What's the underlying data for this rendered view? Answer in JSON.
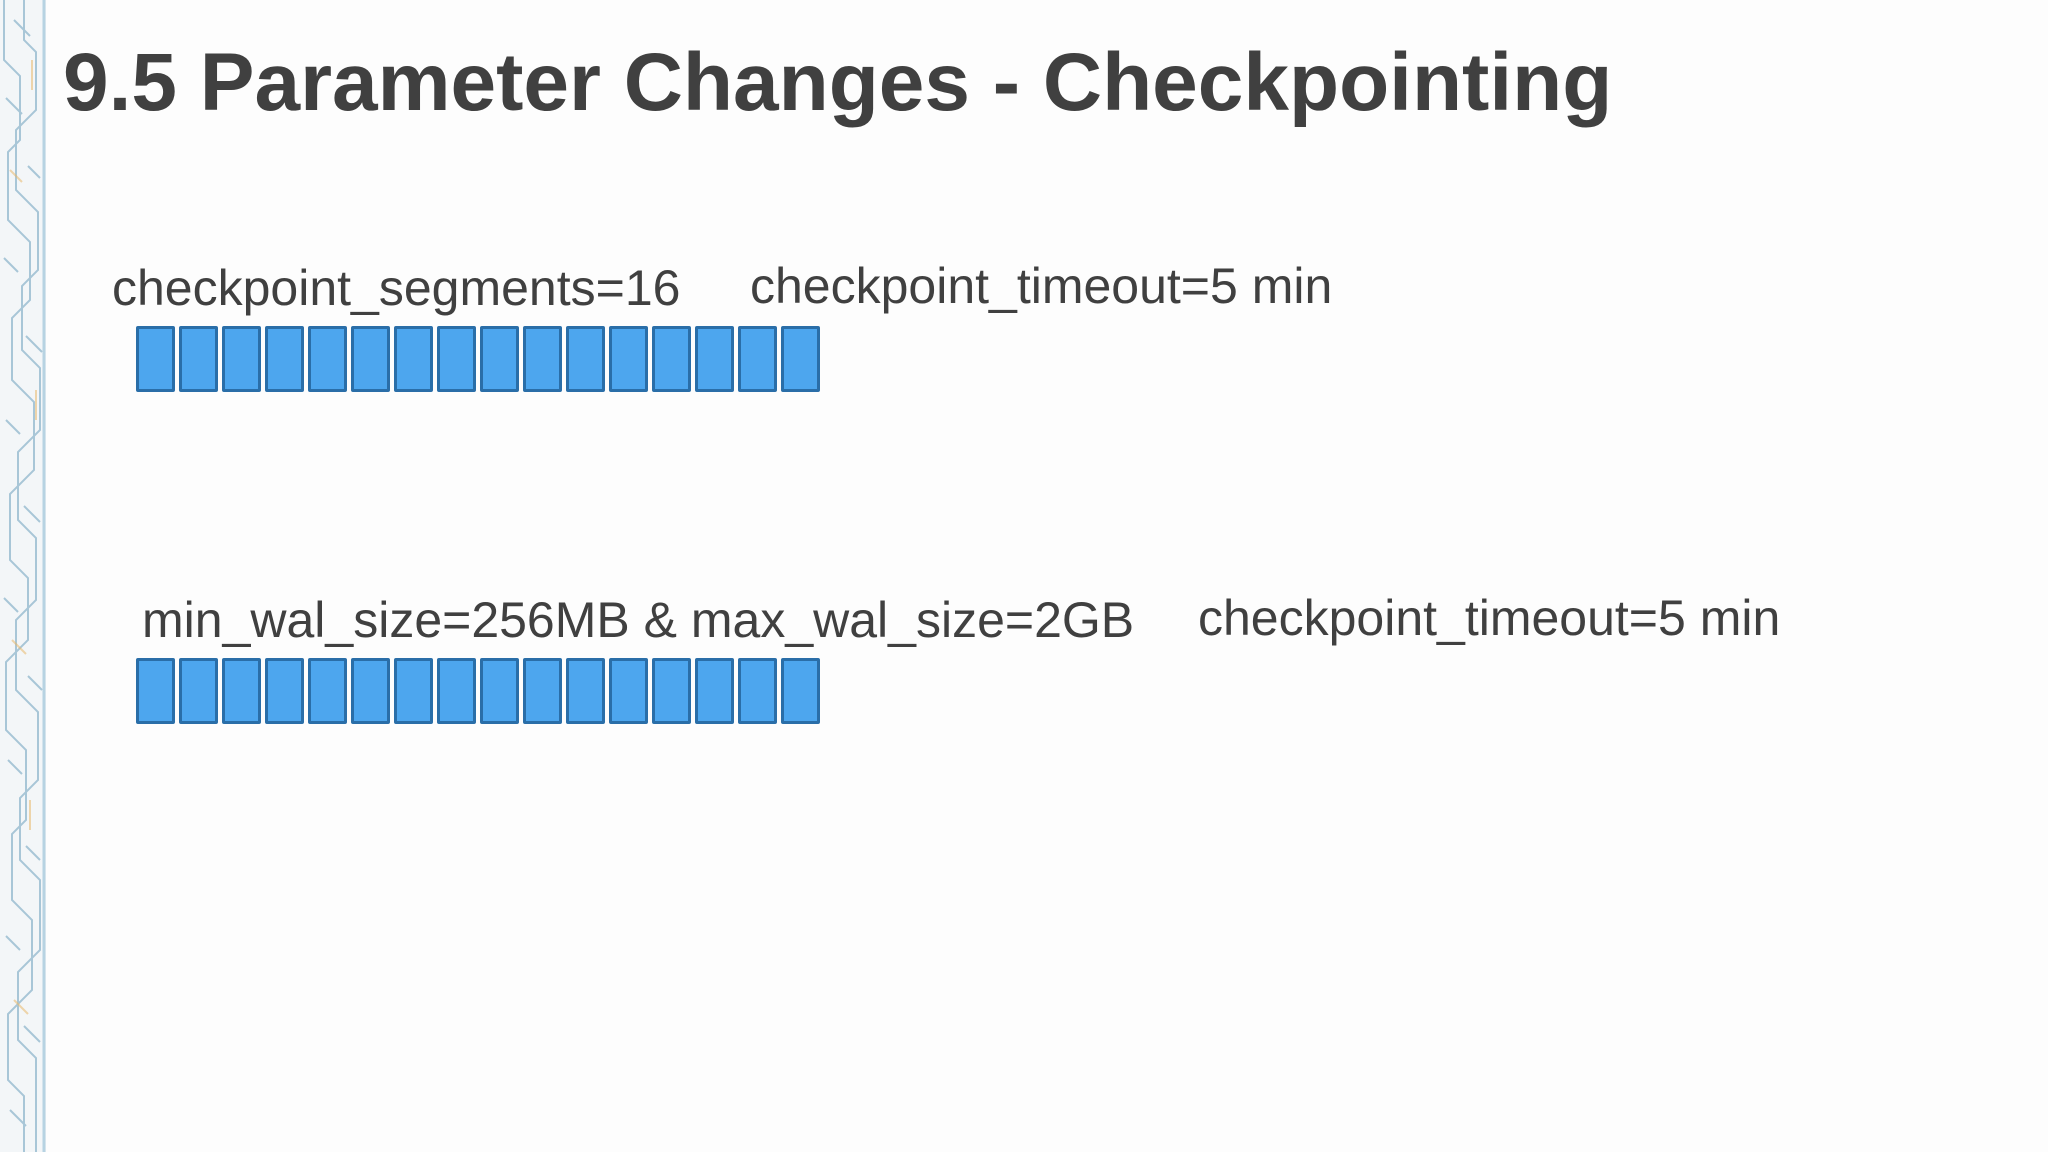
{
  "slide": {
    "title": "9.5 Parameter Changes - Checkpointing"
  },
  "old_config": {
    "segments_label": "checkpoint_segments=16",
    "timeout_label": "checkpoint_timeout=5 min",
    "segment_count": 16
  },
  "new_config": {
    "wal_size_label": "min_wal_size=256MB & max_wal_size=2GB",
    "timeout_label": "checkpoint_timeout=5 min",
    "segment_count": 16
  },
  "colors": {
    "segment_fill": "#4da6ee",
    "segment_border": "#2a6ea8",
    "title_text": "#404040"
  }
}
